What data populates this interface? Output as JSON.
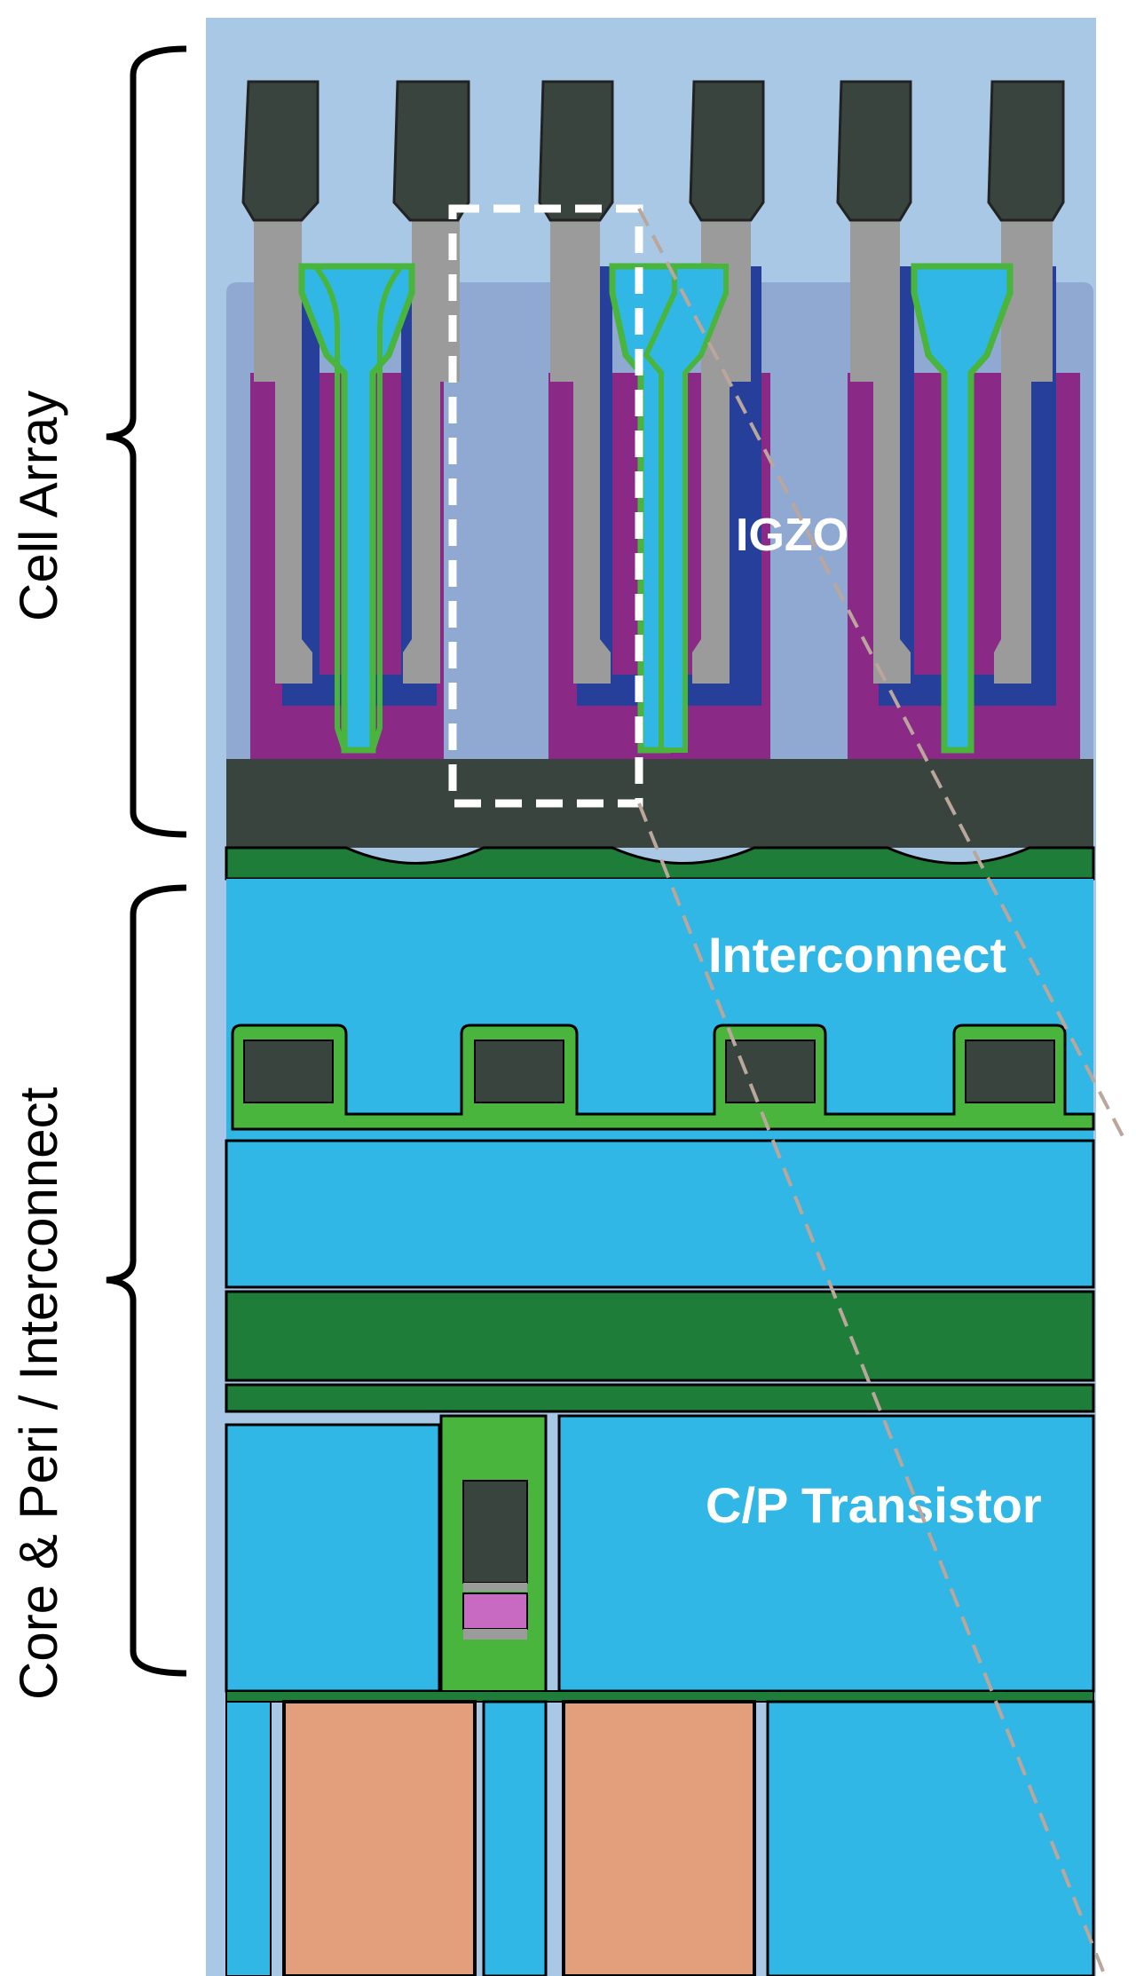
{
  "labels": {
    "cell_array": "Cell Array",
    "core_peri": "Core & Peri / Interconnect",
    "igzo": "IGZO",
    "interconnect": "Interconnect",
    "cp_transistor": "C/P Transistor"
  },
  "colors": {
    "background_dielectric": "#a9c8e6",
    "cell_dielectric": "#8fa9d2",
    "metal_dark": "#38443d",
    "igzo_purple": "#8a2a86",
    "liner_gray": "#9b9b9b",
    "electrode_blue": "#263f9b",
    "liner_green": "#49b53c",
    "fill_cyan": "#30b7e6",
    "plate_green": "#1e7d38",
    "substrate_orange": "#e39f7b",
    "gate_pink": "#c86ac2",
    "highlight_white": "#ffffff",
    "guide_line": "#bba69b"
  }
}
